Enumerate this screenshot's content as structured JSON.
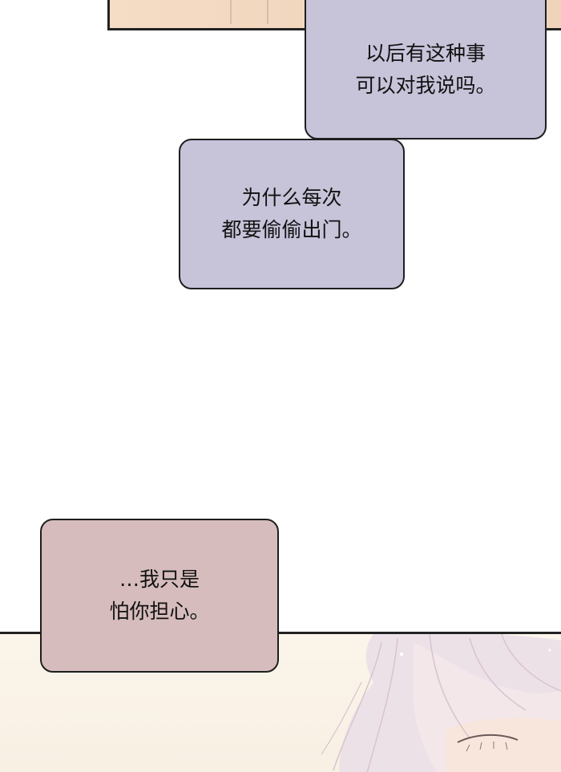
{
  "bubbles": [
    {
      "lines": [
        "以后有这种事",
        "可以对我说吗。"
      ]
    },
    {
      "lines": [
        "为什么每次",
        "都要偷偷出门。"
      ]
    },
    {
      "lines": [
        "…我只是",
        "怕你担心。"
      ]
    }
  ],
  "colors": {
    "bubble_purple": "#c7c3d9",
    "bubble_pink": "#d6bcbc",
    "outline": "#1e1e1e",
    "skin": "#f2d7bf"
  }
}
